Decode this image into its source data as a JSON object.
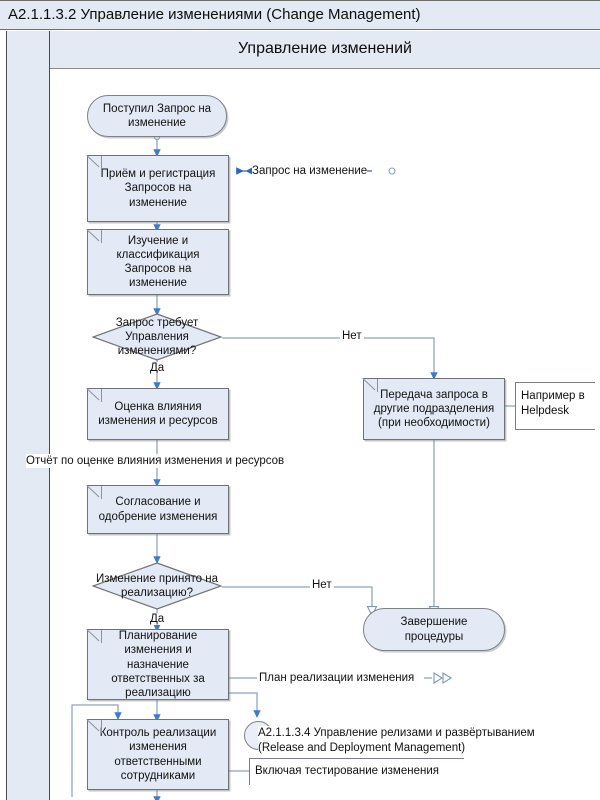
{
  "header": {
    "title": "A2.1.1.3.2 Управление изменениями (Change Management)"
  },
  "lane": {
    "header_title": "Управление изменений",
    "column_label": ""
  },
  "diagram": {
    "type": "flowchart",
    "nodes": {
      "start": {
        "label": "Поступил Запрос на изменение",
        "shape": "terminator"
      },
      "receive": {
        "label": "Приём и регистрация Запросов на изменение",
        "shape": "process"
      },
      "classify": {
        "label": "Изучение и классификация Запросов на изменение",
        "shape": "process"
      },
      "decision_needs_cm": {
        "label": "Запрос требует Управления изменениями?",
        "shape": "decision"
      },
      "assess": {
        "label": "Оценка влияния изменения и ресурсов",
        "shape": "process"
      },
      "forward": {
        "label": "Передача запроса в другие подразделения (при необходимости)",
        "shape": "process"
      },
      "approve": {
        "label": "Согласование и одобрение изменения",
        "shape": "process"
      },
      "decision_accepted": {
        "label": "Изменение принято на реализацию?",
        "shape": "decision"
      },
      "plan": {
        "label": "Планирование изменения и назначение ответственных за реализацию",
        "shape": "process"
      },
      "control": {
        "label": "Контроль реализации изменения ответственными сотрудниками",
        "shape": "process"
      },
      "end": {
        "label": "Завершение процедуры",
        "shape": "terminator"
      }
    },
    "edge_labels": {
      "request_in": "Запрос на изменение",
      "no_1": "Нет",
      "yes_1": "Да",
      "report": "Отчёт по оценке влияния изменения и ресурсов",
      "no_2": "Нет",
      "yes_2": "Да",
      "plan_out": "План реализации изменения"
    },
    "annotations": {
      "helpdesk": "Например в Helpdesk",
      "offpage_ref_line1": "A2.1.1.3.4 Управление релизами и развёртыванием",
      "offpage_ref_line2": "(Release and Deployment Management)",
      "testing_note": "Включая тестирование изменения"
    }
  },
  "colors": {
    "shape_fill": "#e3eaf6",
    "shape_border": "#6f7276",
    "lane_fill": "#e4eaf4",
    "connector": "#7d96b8",
    "arrow_fill": "#3d7cc9",
    "text": "#111111"
  }
}
